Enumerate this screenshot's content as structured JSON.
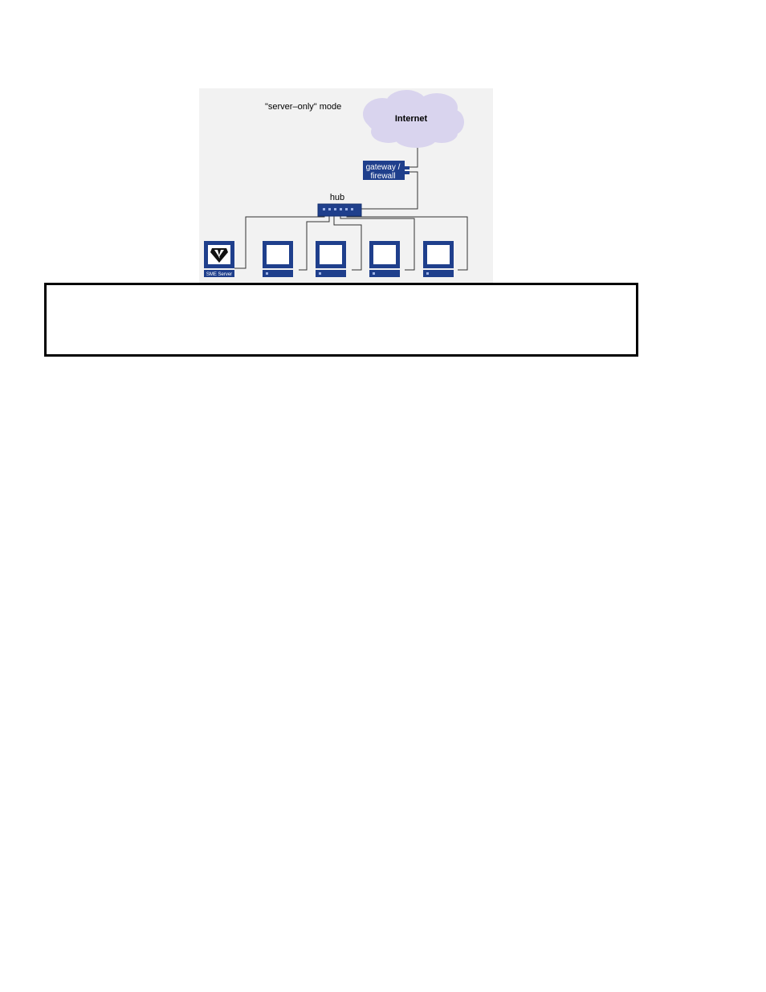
{
  "diagram": {
    "mode_label": "\"server–only\" mode",
    "internet_label": "Internet",
    "gateway_label_line1": "gateway /",
    "gateway_label_line2": "firewall",
    "hub_label": "hub",
    "server_label": "SME Server",
    "workstation_count": 4,
    "colors": {
      "device_blue": "#1f3f8c",
      "device_dark": "#16306e",
      "cloud": "#d9d4ee",
      "line": "#333333",
      "background": "#f2f2f2"
    },
    "icons": [
      "cloud-icon",
      "gateway-icon",
      "hub-icon",
      "sme-server-icon",
      "workstation-icon"
    ]
  },
  "caption": {
    "text": ""
  }
}
